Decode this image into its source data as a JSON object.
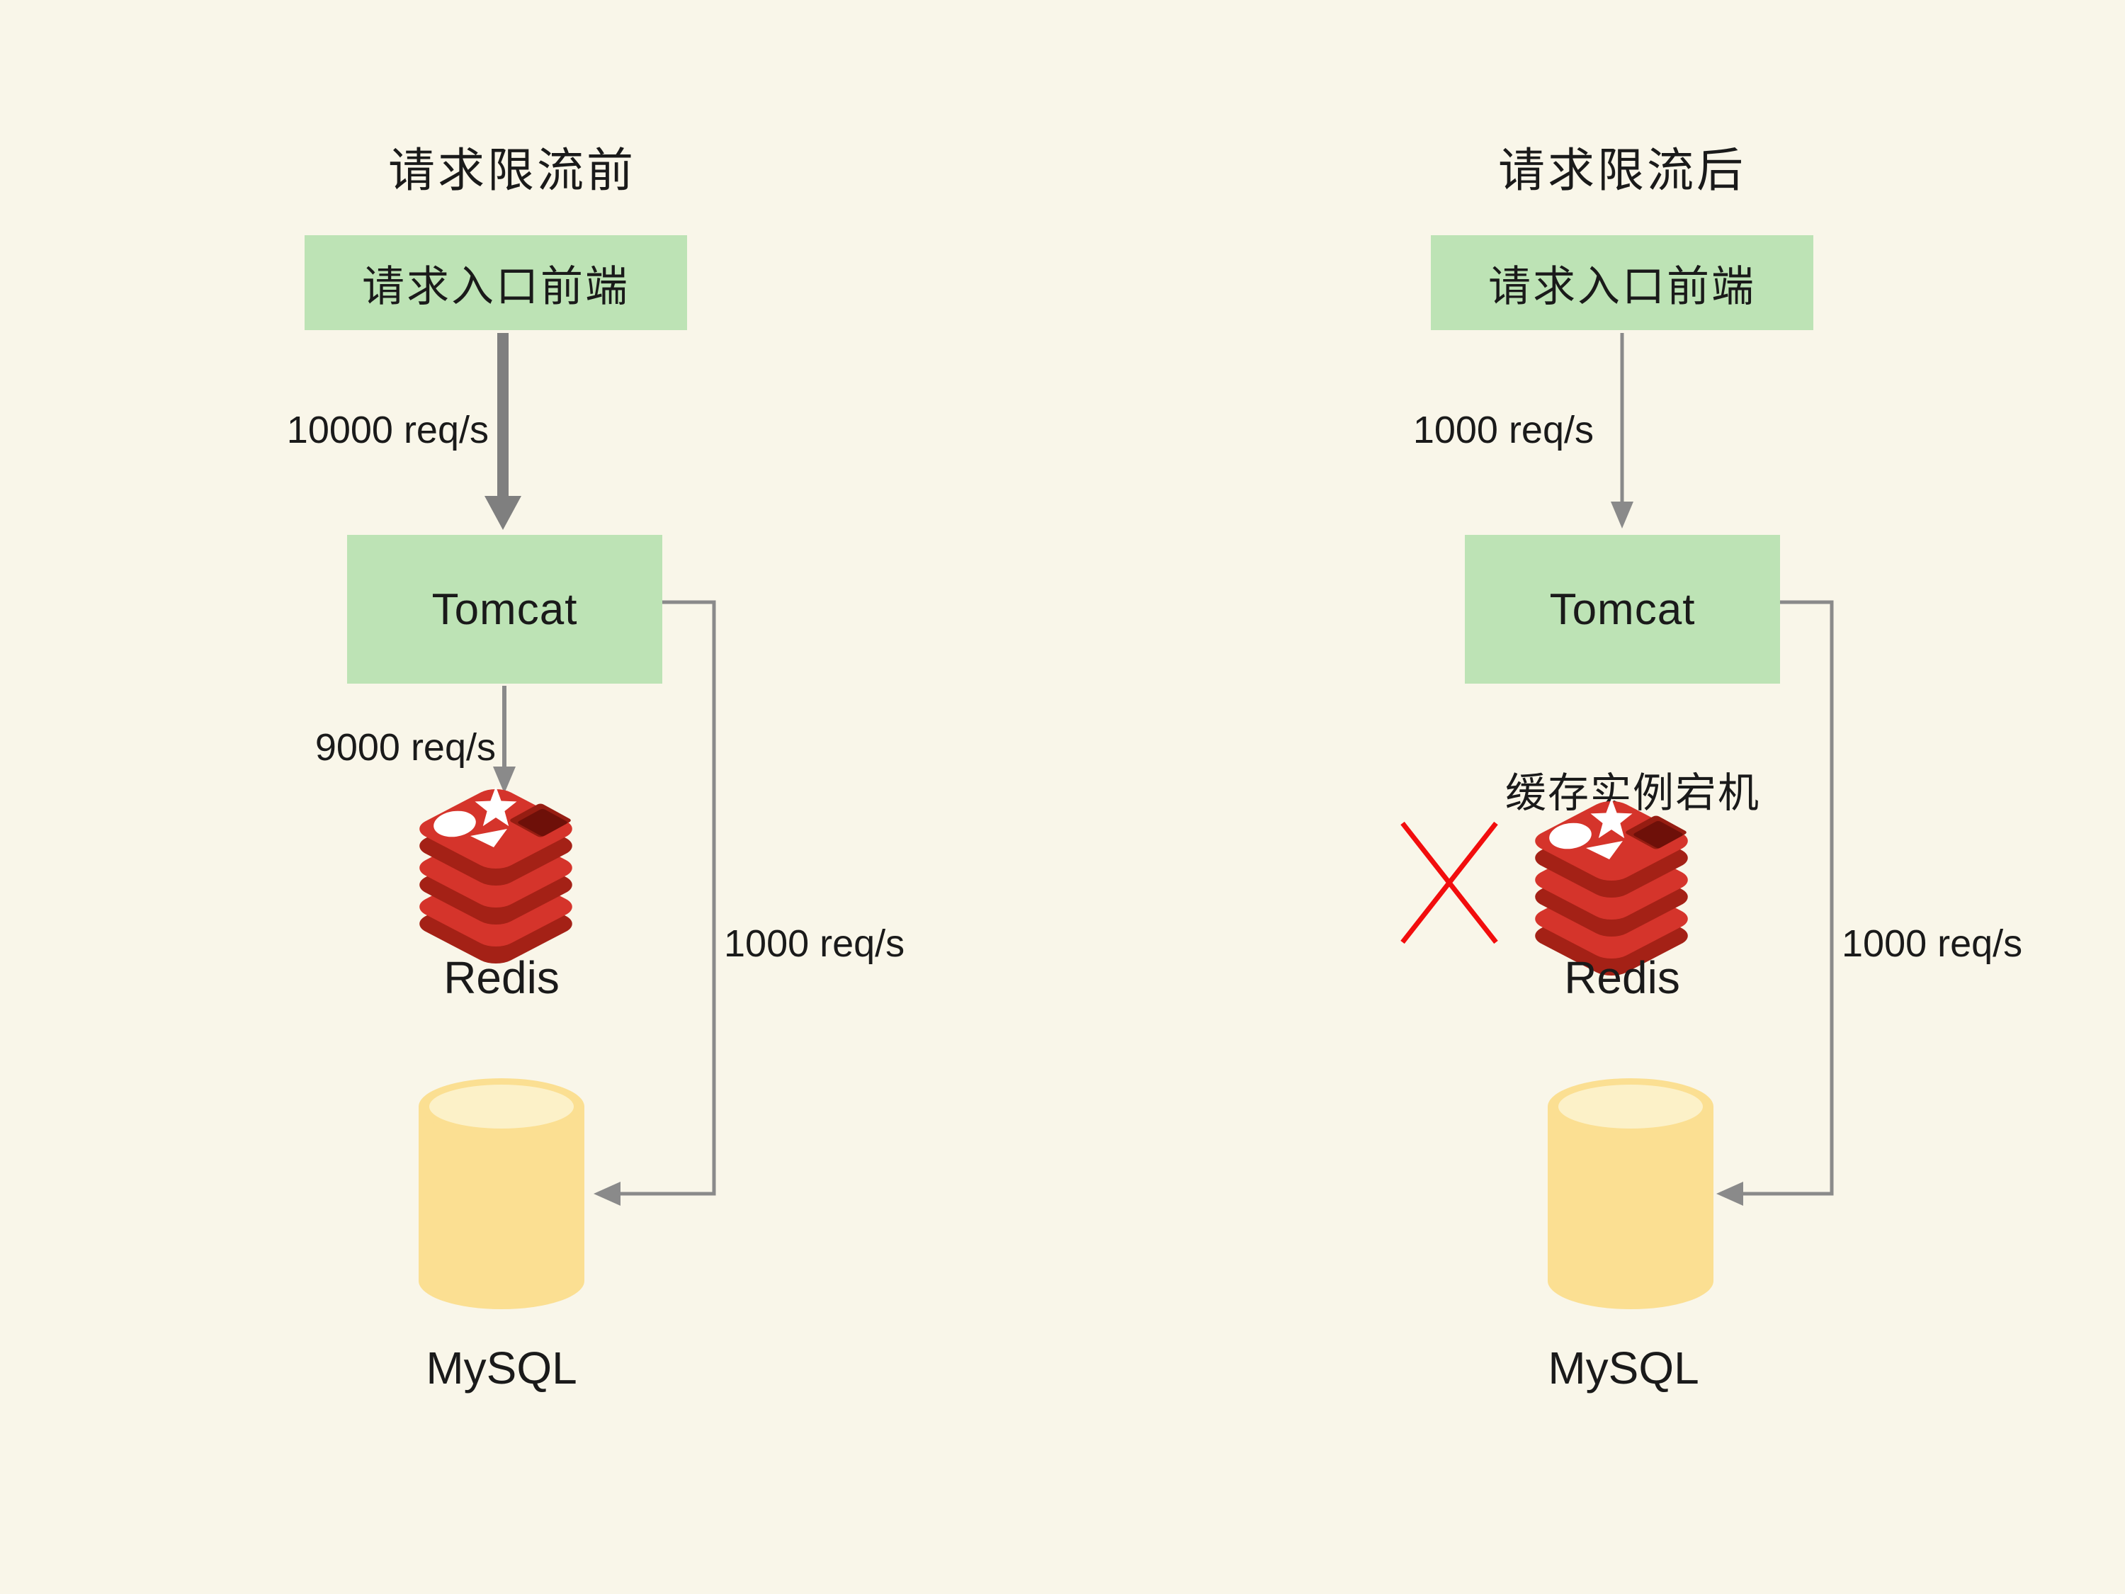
{
  "colors": {
    "background": "#F9F6E9",
    "box_green": "#BDE3B5",
    "text": "#1A1A1A",
    "arrow_thick_gray": "#7F7F7F",
    "line_gray": "#8A8A8A",
    "x_red": "#F20D0D",
    "redis_red": "#D5342B",
    "redis_dark_red": "#A42116",
    "redis_hole_mid": "#961D12",
    "redis_hole_dark": "#6E1009",
    "cylinder_yellow": "#FBDF92",
    "cylinder_top_light": "#FCF1C8"
  },
  "icons": {
    "redis": "redis-stack-icon",
    "mysql": "database-cylinder-icon",
    "crash": "red-x-icon"
  },
  "left": {
    "title": "请求限流前",
    "frontend_box": "请求入口前端",
    "tomcat_box": "Tomcat",
    "frontend_to_tomcat_rate": "10000 req/s",
    "tomcat_to_redis_rate": "9000 req/s",
    "tomcat_to_mysql_rate": "1000 req/s",
    "redis_label": "Redis",
    "mysql_label": "MySQL"
  },
  "right": {
    "title": "请求限流后",
    "frontend_box": "请求入口前端",
    "tomcat_box": "Tomcat",
    "frontend_to_tomcat_rate": "1000 req/s",
    "tomcat_to_mysql_rate": "1000 req/s",
    "cache_down_note": "缓存实例宕机",
    "redis_label": "Redis",
    "mysql_label": "MySQL"
  }
}
